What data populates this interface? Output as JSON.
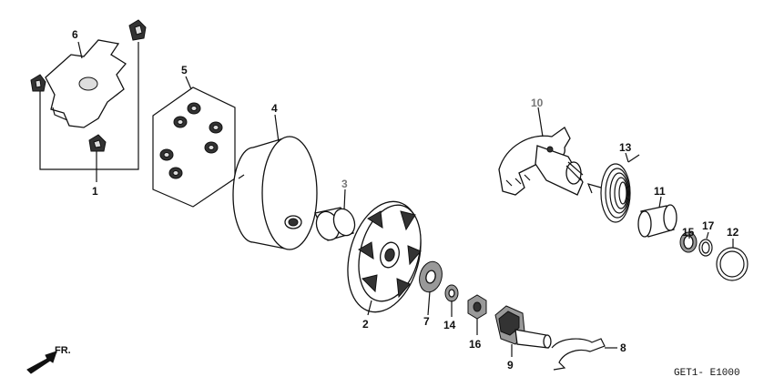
{
  "diagram_code": "GET1- E1000",
  "direction_label": "FR.",
  "part_labels": {
    "p1": "1",
    "p2": "2",
    "p3": "3",
    "p4": "4",
    "p5": "5",
    "p6": "6",
    "p7": "7",
    "p8": "8",
    "p9": "9",
    "p10": "10",
    "p11": "11",
    "p12": "12",
    "p13": "13",
    "p14": "14",
    "p15": "15",
    "p16": "16",
    "p17": "17"
  }
}
